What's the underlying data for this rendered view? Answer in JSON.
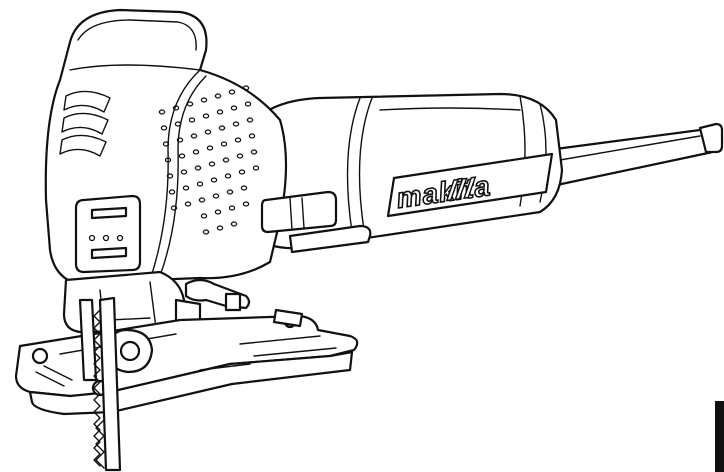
{
  "image": {
    "subject": "jigsaw",
    "line_color": "#111111",
    "background": "#ffffff"
  },
  "brand_label": "makita",
  "brand_marks": "III"
}
